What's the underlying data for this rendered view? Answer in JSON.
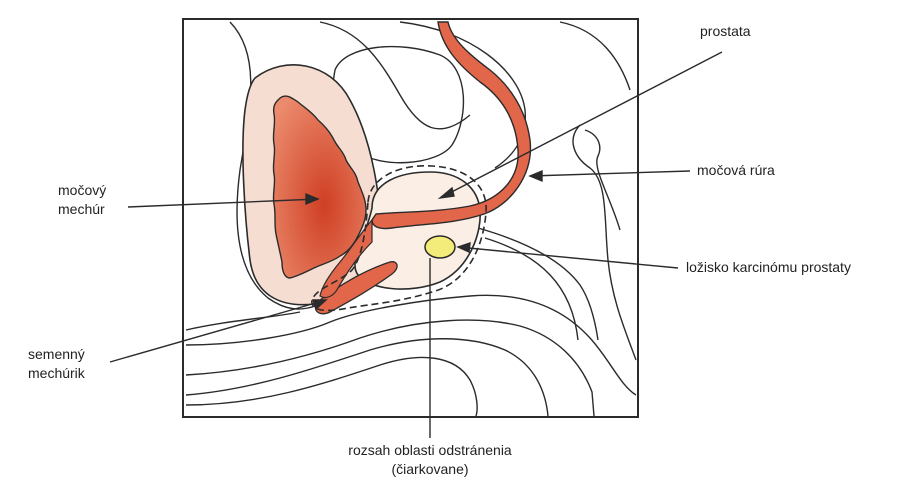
{
  "labels": {
    "prostate": "prostata",
    "urethra": "močová rúra",
    "bladder_line1": "močový",
    "bladder_line2": "mechúr",
    "tumor": "ložisko karcinómu prostaty",
    "seminal_line1": "semenný",
    "seminal_line2": "mechúrik",
    "resection_line1": "rozsah oblasti odstránenia",
    "resection_line2": "(čiarkovane)"
  },
  "colors": {
    "outline": "#2b2b2b",
    "bladder_fill": "#f6ddd2",
    "bladder_inner": "#d9573a",
    "prostate_fill": "#fbeee4",
    "urethra": "#e2664a",
    "tumor": "#f3ec7a"
  }
}
